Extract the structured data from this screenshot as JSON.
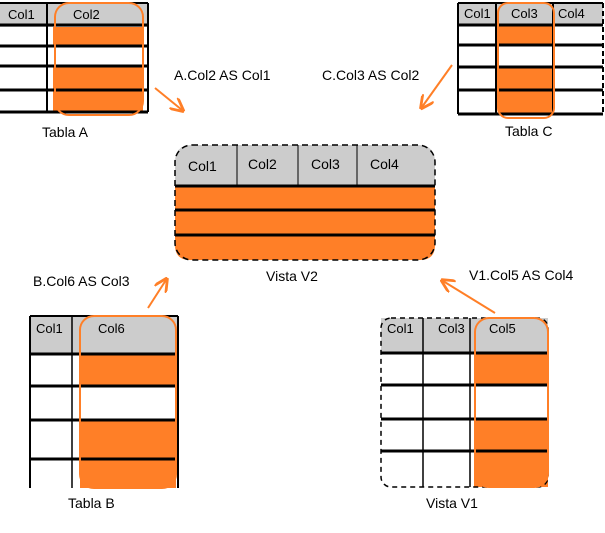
{
  "tabla_a": {
    "name": "Tabla A",
    "headers": [
      "Col1",
      "Col2"
    ]
  },
  "tabla_c": {
    "name": "Tabla C",
    "headers": [
      "Col1",
      "Col3",
      "Col4"
    ]
  },
  "tabla_b": {
    "name": "Tabla B",
    "headers": [
      "Col1",
      "Col6"
    ]
  },
  "vista_v1": {
    "name": "Vista V1",
    "headers": [
      "Col1",
      "Col3",
      "Col5"
    ]
  },
  "vista_v2": {
    "name": "Vista V2",
    "headers": [
      "Col1",
      "Col2",
      "Col3",
      "Col4"
    ]
  },
  "mappings": {
    "a_to_v2": "A.Col2 AS Col1",
    "c_to_v2": "C.Col3 AS Col2",
    "b_to_v2": "B.Col6 AS Col3",
    "v1_to_v2": "V1.Col5 AS Col4"
  },
  "colors": {
    "highlight": "#ff7f27",
    "header": "#cccccc",
    "line": "#000000"
  }
}
